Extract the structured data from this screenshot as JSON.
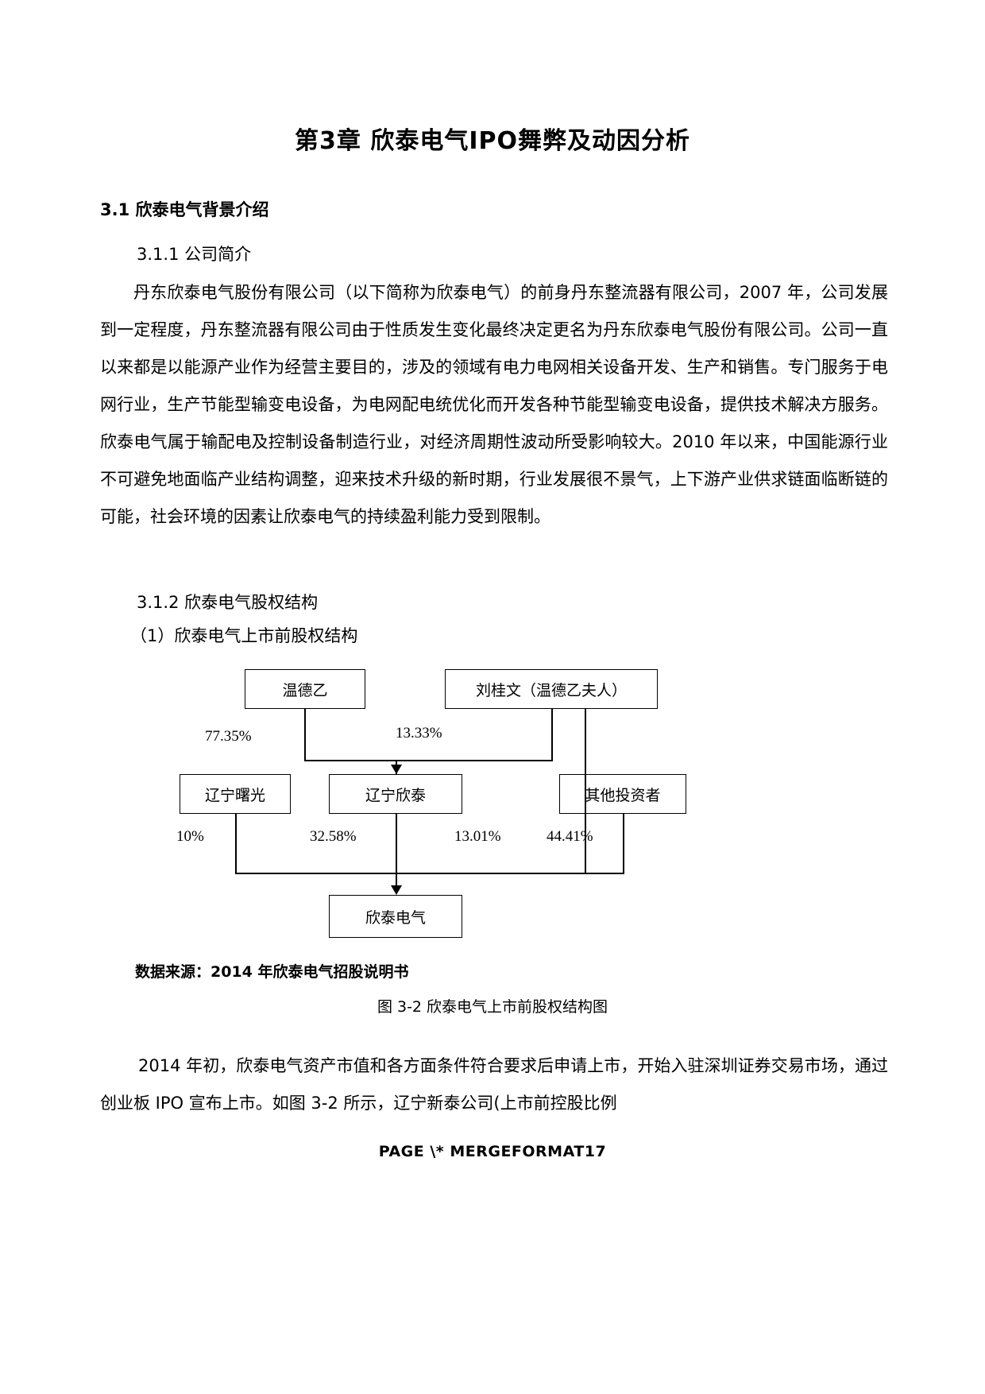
{
  "document": {
    "chapter_title": "第3章 欣泰电气IPO舞弊及动因分析",
    "section_3_1": "3.1 欣泰电气背景介绍",
    "subsection_3_1_1": "3.1.1 公司简介",
    "paragraph_1": "丹东欣泰电气股份有限公司（以下简称为欣泰电气）的前身丹东整流器有限公司，2007 年，公司发展到一定程度，丹东整流器有限公司由于性质发生变化最终决定更名为丹东欣泰电气股份有限公司。公司一直以来都是以能源产业作为经营主要目的，涉及的领域有电力电网相关设备开发、生产和销售。专门服务于电网行业，生产节能型输变电设备，为电网配电统优化而开发各种节能型输变电设备，提供技术解决方服务。欣泰电气属于输配电及控制设备制造行业，对经济周期性波动所受影响较大。2010 年以来，中国能源行业不可避免地面临产业结构调整，迎来技术升级的新时期，行业发展很不景气，上下游产业供求链面临断链的可能，社会环境的因素让欣泰电气的持续盈利能力受到限制。",
    "subsection_3_1_2": "3.1.2 欣泰电气股权结构",
    "item_1": "（1）欣泰电气上市前股权结构",
    "source_note": "数据来源：2014 年欣泰电气招股说明书",
    "figure_caption": "图 3-2 欣泰电气上市前股权结构图",
    "paragraph_2": "2014 年初，欣泰电气资产市值和各方面条件符合要求后申请上市，开始入驻深圳证券交易市场，通过创业板 IPO 宣布上市。如图 3-2 所示，辽宁新泰公司(上市前控股比例",
    "footer": "PAGE  \\* MERGEFORMAT17"
  },
  "chart_data": {
    "type": "diagram",
    "title": "图 3-2 欣泰电气上市前股权结构图",
    "nodes": [
      {
        "id": "wdy",
        "label": "温德乙"
      },
      {
        "id": "lgw",
        "label": "刘桂文（温德乙夫人）"
      },
      {
        "id": "lnsg",
        "label": "辽宁曙光"
      },
      {
        "id": "lnxt",
        "label": "辽宁欣泰"
      },
      {
        "id": "other",
        "label": "其他投资者"
      },
      {
        "id": "xtdq",
        "label": "欣泰电气"
      }
    ],
    "edges": [
      {
        "from": "wdy",
        "to": "lnxt",
        "label": "77.35%"
      },
      {
        "from": "lgw",
        "to": "lnxt",
        "label": "13.33%"
      },
      {
        "from": "lnsg",
        "to": "xtdq",
        "label": "10%"
      },
      {
        "from": "lnxt",
        "to": "xtdq",
        "label": "32.58%"
      },
      {
        "from": "lgw",
        "to": "xtdq",
        "label": "13.01%"
      },
      {
        "from": "other",
        "to": "xtdq",
        "label": "44.41%"
      }
    ],
    "source": "数据来源：2014 年欣泰电气招股说明书"
  }
}
